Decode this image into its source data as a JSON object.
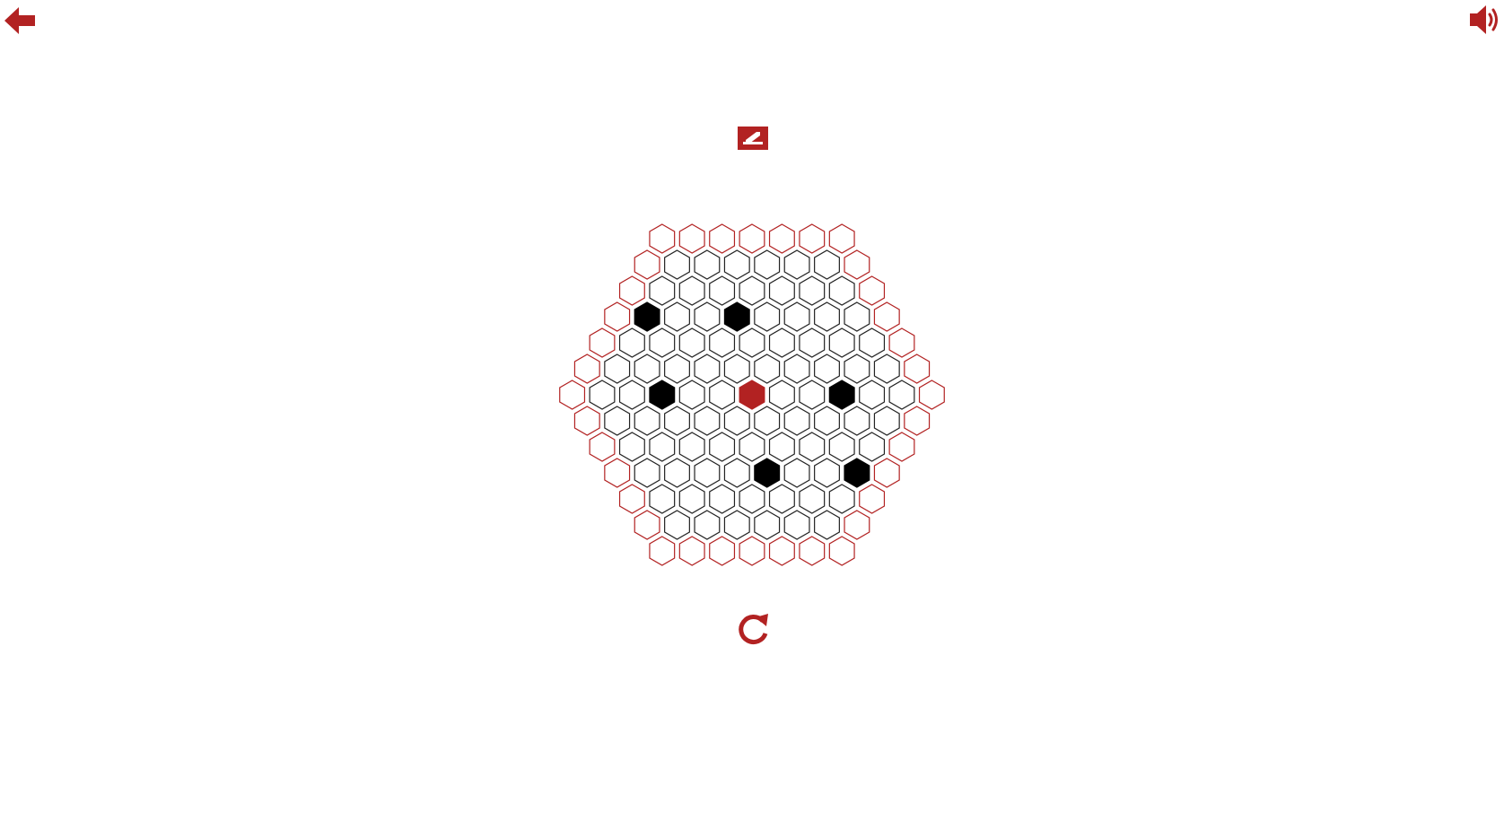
{
  "toolbar": {
    "back_icon": "back-arrow-icon",
    "sound_icon": "speaker-icon",
    "mode_icon": "mode-toggle-icon",
    "restart_icon": "restart-icon"
  },
  "colors": {
    "accent": "#b22222",
    "cell_stroke": "#222222",
    "blocked": "#000000",
    "background": "#ffffff"
  },
  "board": {
    "radius": 6,
    "center": [
      0,
      0
    ],
    "blocked": [
      [
        -2,
        -3
      ],
      [
        1,
        -3
      ],
      [
        -3,
        0
      ],
      [
        3,
        0
      ],
      [
        -1,
        3
      ],
      [
        2,
        3
      ]
    ]
  }
}
